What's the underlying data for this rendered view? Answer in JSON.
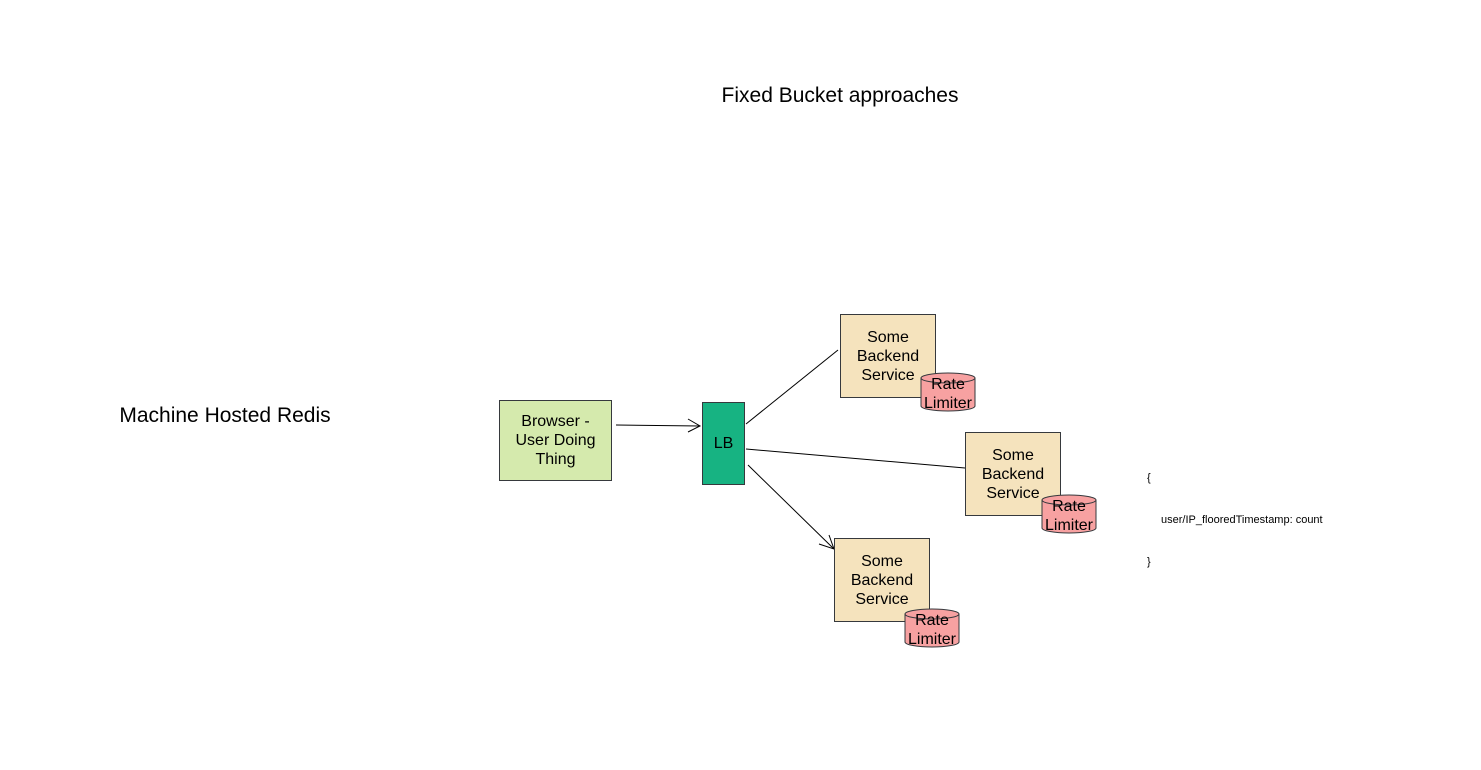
{
  "diagram": {
    "title": "Fixed Bucket approaches",
    "side_label": "Machine Hosted Redis",
    "nodes": {
      "browser": {
        "lines": [
          "Browser -",
          "User Doing",
          "Thing"
        ]
      },
      "load_balancer": {
        "label": "LB"
      },
      "services": [
        {
          "lines": [
            "Some",
            "Backend",
            "Service"
          ],
          "limiter": [
            "Rate",
            "Limiter"
          ]
        },
        {
          "lines": [
            "Some",
            "Backend",
            "Service"
          ],
          "limiter": [
            "Rate",
            "Limiter"
          ]
        },
        {
          "lines": [
            "Some",
            "Backend",
            "Service"
          ],
          "limiter": [
            "Rate",
            "Limiter"
          ]
        }
      ]
    },
    "edges": [
      {
        "from": "browser",
        "to": "load_balancer",
        "arrow": true
      },
      {
        "from": "load_balancer",
        "to": "service-1",
        "arrow": false
      },
      {
        "from": "load_balancer",
        "to": "service-2",
        "arrow": false
      },
      {
        "from": "load_balancer",
        "to": "service-3",
        "arrow": true
      }
    ],
    "note": {
      "open": "{",
      "body": "user/IP_flooredTimestamp: count",
      "close": "}"
    },
    "colors": {
      "browser_fill": "#d5eaad",
      "lb_fill": "#17b382",
      "service_fill": "#f5e3bd",
      "limiter_fill": "#f7a1a1",
      "stroke": "#36393d"
    }
  }
}
